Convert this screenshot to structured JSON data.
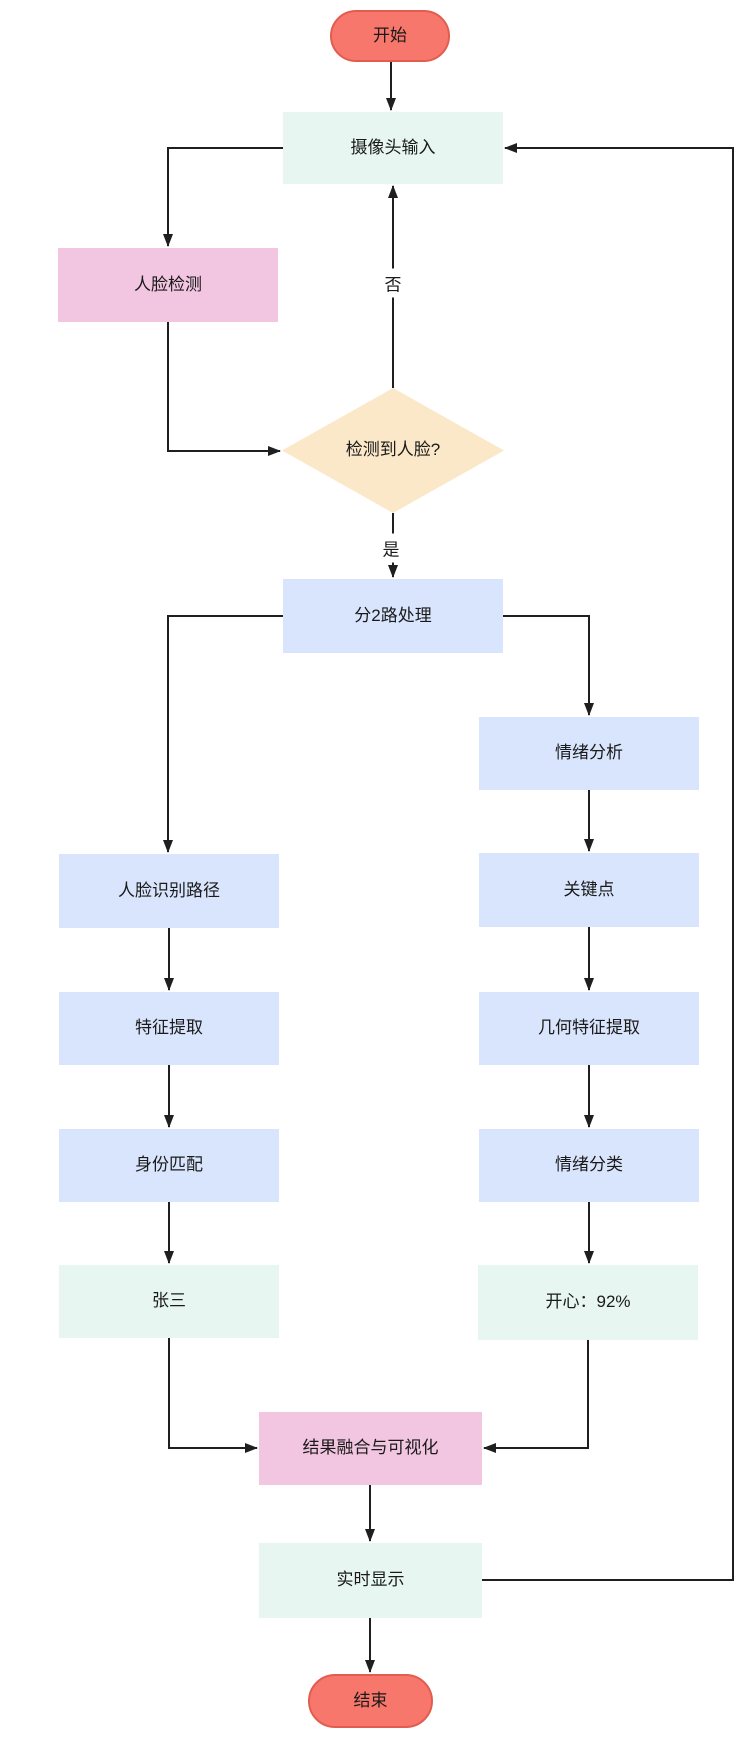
{
  "diagram": {
    "nodes": {
      "start": {
        "label": "开始"
      },
      "camera": {
        "label": "摄像头输入"
      },
      "face_detect": {
        "label": "人脸检测"
      },
      "decision": {
        "label": "检测到人脸?"
      },
      "split": {
        "label": "分2路处理"
      },
      "emotion_analysis": {
        "label": "情绪分析"
      },
      "face_path": {
        "label": "人脸识别路径"
      },
      "keypoints": {
        "label": "关键点"
      },
      "feature_extract": {
        "label": "特征提取"
      },
      "geo_feature": {
        "label": "几何特征提取"
      },
      "identity_match": {
        "label": "身份匹配"
      },
      "emotion_classify": {
        "label": "情绪分类"
      },
      "zhangsan": {
        "label": "张三"
      },
      "happy": {
        "label": "开心：92%"
      },
      "fusion": {
        "label": "结果融合与可视化"
      },
      "display": {
        "label": "实时显示"
      },
      "end": {
        "label": "结束"
      }
    },
    "edge_labels": {
      "no": "否",
      "yes": "是"
    },
    "colors": {
      "start_end_fill": "#F8776C",
      "start_end_border": "#E25C4F",
      "io_fill": "#E7F6F0",
      "process_fill": "#F2C5E0",
      "decision_fill": "#FBE8C8",
      "step_fill": "#D9E5FD",
      "line": "#1F1F1F",
      "text": "#1A1A1A"
    }
  }
}
